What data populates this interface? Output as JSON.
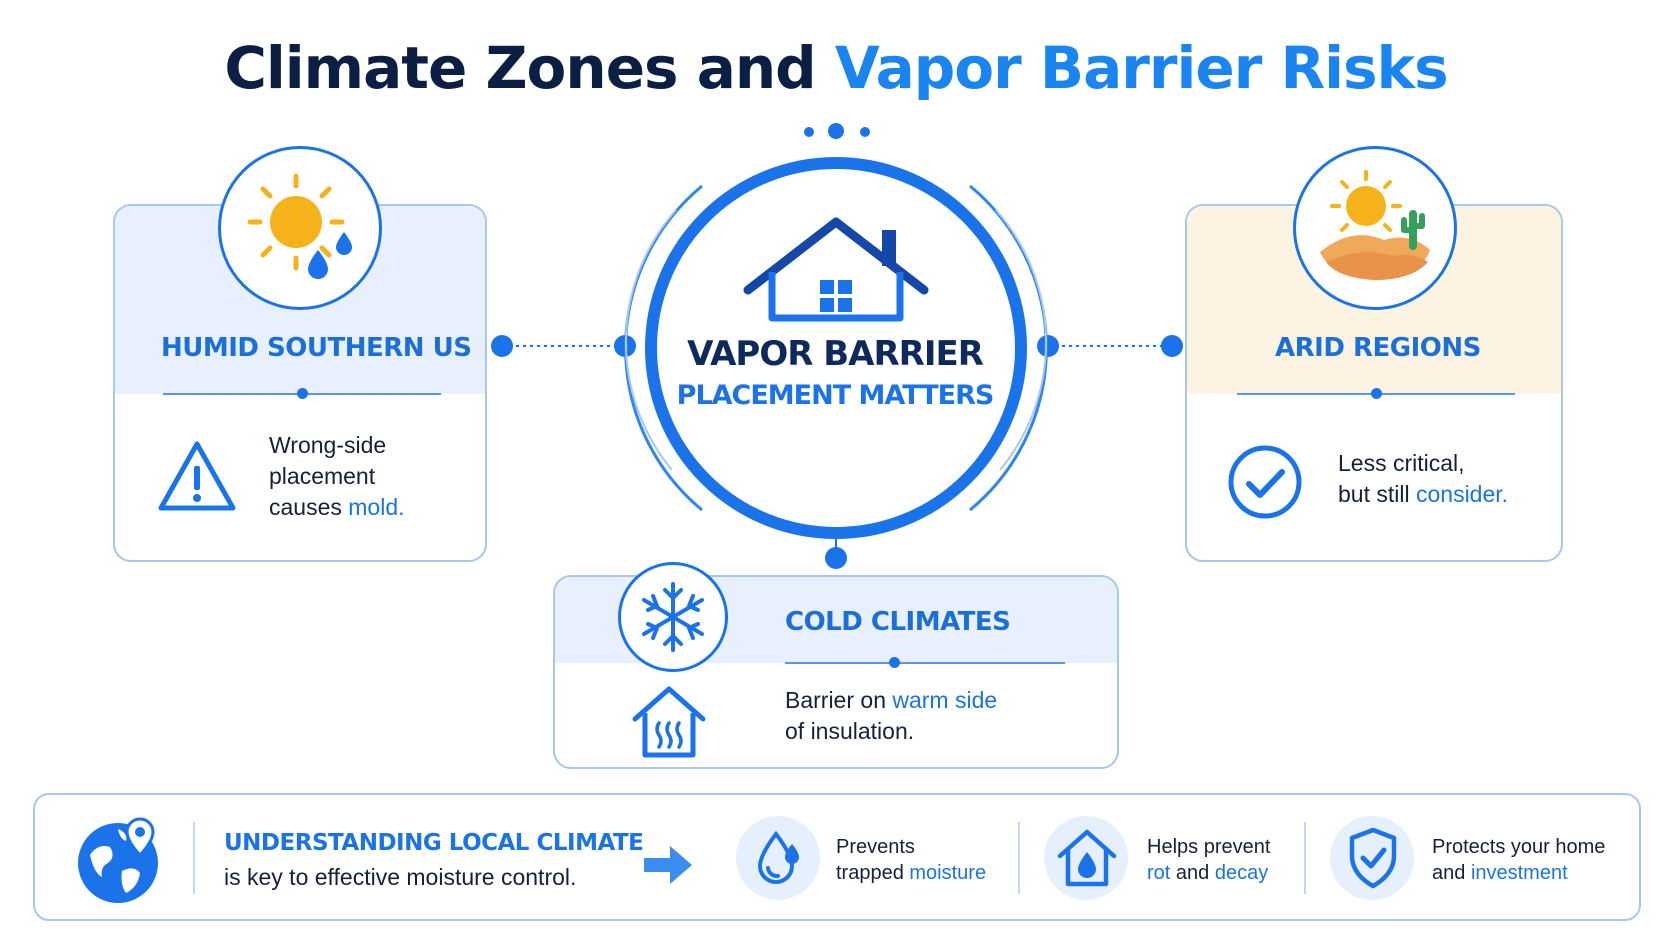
{
  "title": {
    "main": "Climate Zones and",
    "accent": "Vapor Barrier Risks"
  },
  "hub": {
    "title": "VAPOR BARRIER",
    "subtitle": "PLACEMENT MATTERS"
  },
  "cards": {
    "humid": {
      "heading": "HUMID SOUTHERN US",
      "line1": "Wrong-side",
      "line2": "placement",
      "line3_pre": "causes ",
      "line3_hl": "mold."
    },
    "arid": {
      "heading": "ARID REGIONS",
      "line1": "Less critical,",
      "line2_pre": "but still ",
      "line2_hl": "consider."
    },
    "cold": {
      "heading": "COLD CLIMATES",
      "line1_pre": "Barrier on ",
      "line1_hl": "warm side",
      "line2": "of insulation."
    }
  },
  "banner": {
    "key_title": "UNDERSTANDING  LOCAL CLIMATE",
    "key_sub": "is key to effective moisture control.",
    "benefits": [
      {
        "line1": "Prevents",
        "line2_pre": "trapped ",
        "line2_hl": "moisture"
      },
      {
        "line1": "Helps prevent",
        "line2_pre": "",
        "line2_hl": "rot",
        "line2_mid": " and ",
        "line2_hl2": "decay"
      },
      {
        "line1": "Protects your home",
        "line2_pre": "and ",
        "line2_hl": "investment"
      }
    ]
  },
  "colors": {
    "navy": "#0b1f45",
    "accent": "#1a84f0",
    "primary_blue": "#1a73e8",
    "sun": "#f6b21b",
    "sand": "#f0a95a",
    "cactus": "#36a05a",
    "humid_band": "#e7f0fc",
    "arid_band": "#fdf3e3"
  },
  "icons": [
    "sun-with-drops-icon",
    "house-icon",
    "desert-sun-icon",
    "snowflake-icon",
    "warning-icon",
    "check-circle-icon",
    "heated-house-icon",
    "globe-pin-icon",
    "arrow-right-icon",
    "water-drop-icon",
    "house-drop-icon",
    "shield-check-icon"
  ]
}
